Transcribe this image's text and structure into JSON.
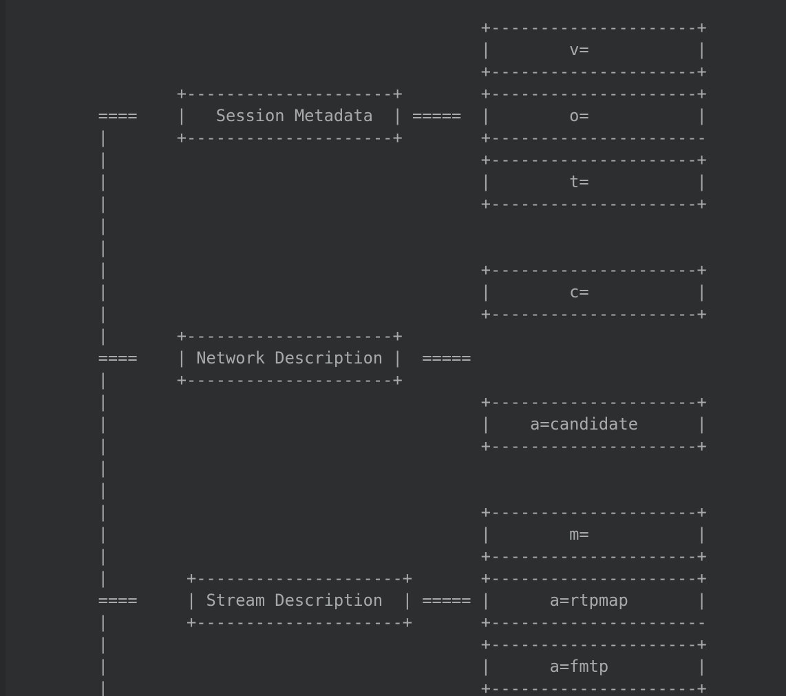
{
  "app": {
    "kind": "terminal-ascii-diagram",
    "columns": 80
  },
  "theme": {
    "background": "#2c2e2f",
    "edge_strip": "#28292b",
    "foreground": "#a7aaac"
  },
  "diagram": {
    "sections": [
      {
        "label": "Session Metadata",
        "connector_left": "====",
        "connector_right": "=====",
        "fields": [
          "v=",
          "o=",
          "t="
        ]
      },
      {
        "label": "Network Description",
        "connector_left": "====",
        "connector_right": "=====",
        "fields": [
          "c=",
          "a=candidate"
        ]
      },
      {
        "label": "Stream Description",
        "connector_left": "====",
        "connector_right": "=====",
        "fields": [
          "m=",
          "a=rtpmap",
          "a=fmtp"
        ]
      }
    ],
    "ascii_lines": [
      "",
      "                                                 +---------------------+",
      "                                                 |        v=           |",
      "                                                 +---------------------+",
      "                  +---------------------+        +---------------------+",
      "          ====    |   Session Metadata  | =====  |        o=           |",
      "          |       +---------------------+        +----------------------",
      "          |                                      +---------------------+",
      "          |                                      |        t=           |",
      "          |                                      +---------------------+",
      "          |",
      "          |",
      "          |                                      +---------------------+",
      "          |                                      |        c=           |",
      "          |                                      +---------------------+",
      "          |       +---------------------+",
      "          ====    | Network Description |  =====",
      "          |       +---------------------+",
      "          |                                      +---------------------+",
      "          |                                      |    a=candidate      |",
      "          |                                      +---------------------+",
      "          |",
      "          |",
      "          |                                      +---------------------+",
      "          |                                      |        m=           |",
      "          |                                      +---------------------+",
      "          |        +---------------------+       +---------------------+",
      "          ====     | Stream Description  | ===== |      a=rtpmap       |",
      "          |        +---------------------+       +----------------------",
      "          |                                      +---------------------+",
      "          |                                      |      a=fmtp         |",
      "          |                                      +---------------------+"
    ]
  }
}
